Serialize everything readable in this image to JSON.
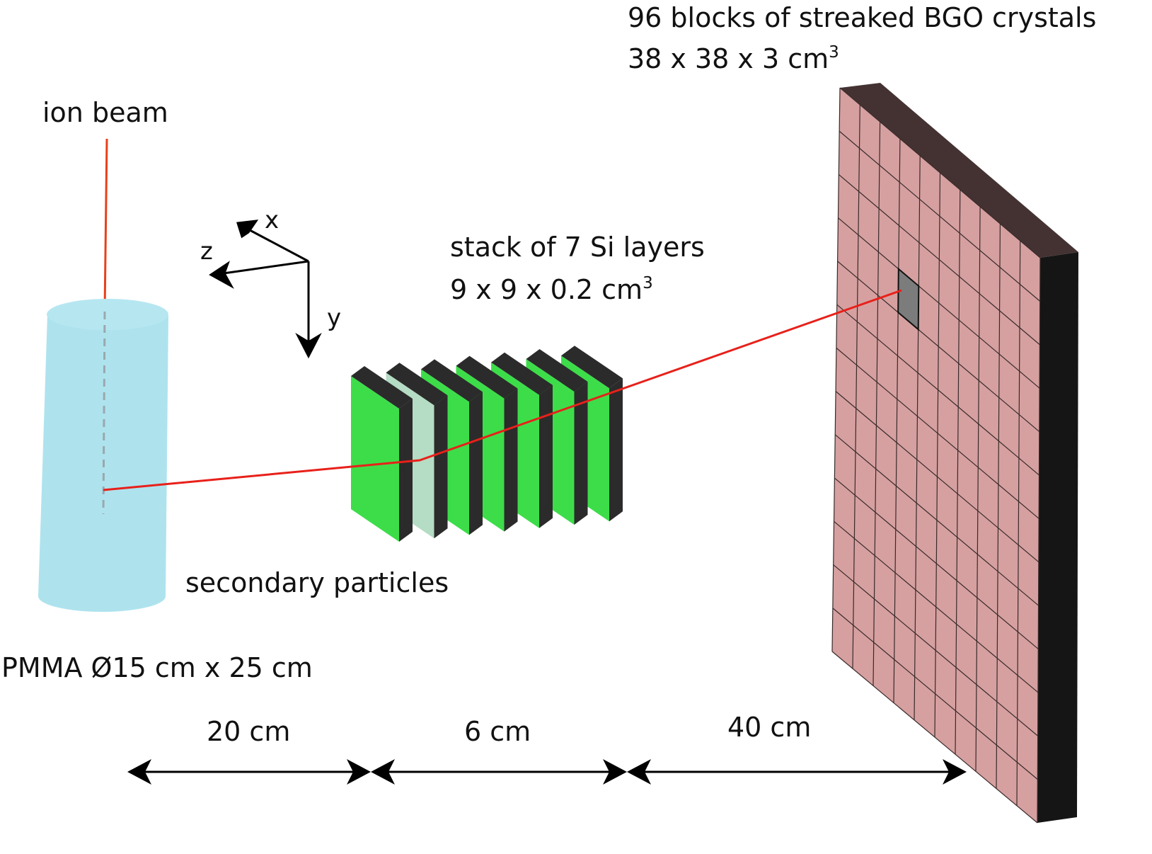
{
  "labels": {
    "ion_beam": "ion beam",
    "secondary_particles": "secondary particles",
    "phantom": "PMMA Ø15 cm x 25 cm",
    "tracker_line1": "stack of 7 Si layers",
    "tracker_line2_base": "9 x 9 x 0.2 cm",
    "tracker_line2_sup": "3",
    "calorimeter_line1": "96 blocks of streaked BGO crystals",
    "calorimeter_line2_base": "38 x 38 x 3 cm",
    "calorimeter_line2_sup": "3"
  },
  "axes": {
    "x": "x",
    "y": "y",
    "z": "z"
  },
  "distances": {
    "phantom_to_tracker": "20 cm",
    "tracker_span": "6 cm",
    "tracker_to_calorimeter": "40 cm"
  },
  "counts": {
    "si_layers": 7,
    "bgo_blocks": 96
  },
  "colors": {
    "phantom": "#aee3ee",
    "si_layer": "#3ddd4a",
    "si_layer_hit": "#b5dcc4",
    "layer_edge": "#2b2b2b",
    "bgo": "#d6a0a0",
    "bgo_hit": "#7c7c7c",
    "bgo_top": "#443232",
    "bgo_side": "#151515",
    "track": "#e8201a",
    "beam": "#e8401a"
  }
}
